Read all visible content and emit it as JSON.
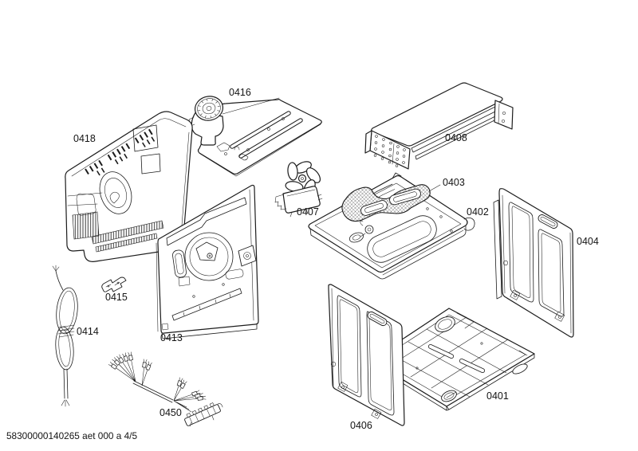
{
  "footer": {
    "code": "58300000140265 aet 000 a 4/5"
  },
  "parts": {
    "p0401": "0401",
    "p0402": "0402",
    "p0403": "0403",
    "p0404": "0404",
    "p0406": "0406",
    "p0407": "0407",
    "p0408": "0408",
    "p0413": "0413",
    "p0414": "0414",
    "p0415": "0415",
    "p0416": "0416",
    "p0418": "0418",
    "p0450": "0450"
  },
  "colors": {
    "line": "#1c1c1c",
    "background": "#ffffff"
  }
}
